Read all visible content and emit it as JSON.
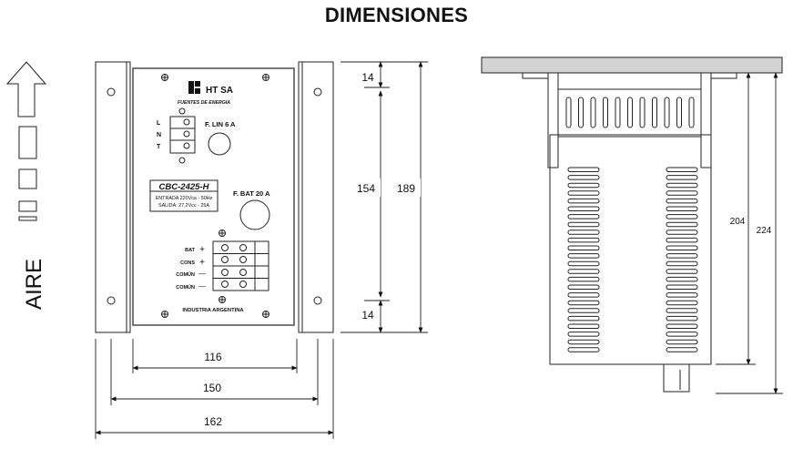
{
  "title": "DIMENSIONES",
  "airflow": {
    "label": "AIRE",
    "icon": "arrow-up-icon"
  },
  "front_panel": {
    "brand": "HT SA",
    "brand_sub": "FUENTES DE ENERGIA",
    "input_terminals": [
      "L",
      "N",
      "T"
    ],
    "fuse_line_label": "F. LIN 6 A",
    "fuse_battery_label": "F. BAT 20 A",
    "model": "CBC-2425-H",
    "input_spec": "ENTRADA 220Vca - 50Hz",
    "output_spec": "SALIDA: 27,2Vcc - 25A",
    "output_terminals": [
      {
        "label": "BAT",
        "sign": "+"
      },
      {
        "label": "CONS",
        "sign": "+"
      },
      {
        "label": "COMÚN",
        "sign": "—"
      },
      {
        "label": "COMÚN",
        "sign": "—"
      }
    ],
    "footer": "INDUSTRIA ARGENTINA"
  },
  "dimensions": {
    "top_margin": "14",
    "inner_height": "154",
    "total_height": "189",
    "bottom_margin": "14",
    "panel_width": "116",
    "mount_width": "150",
    "total_width": "162",
    "side_depth": "204",
    "side_total_depth": "224"
  }
}
